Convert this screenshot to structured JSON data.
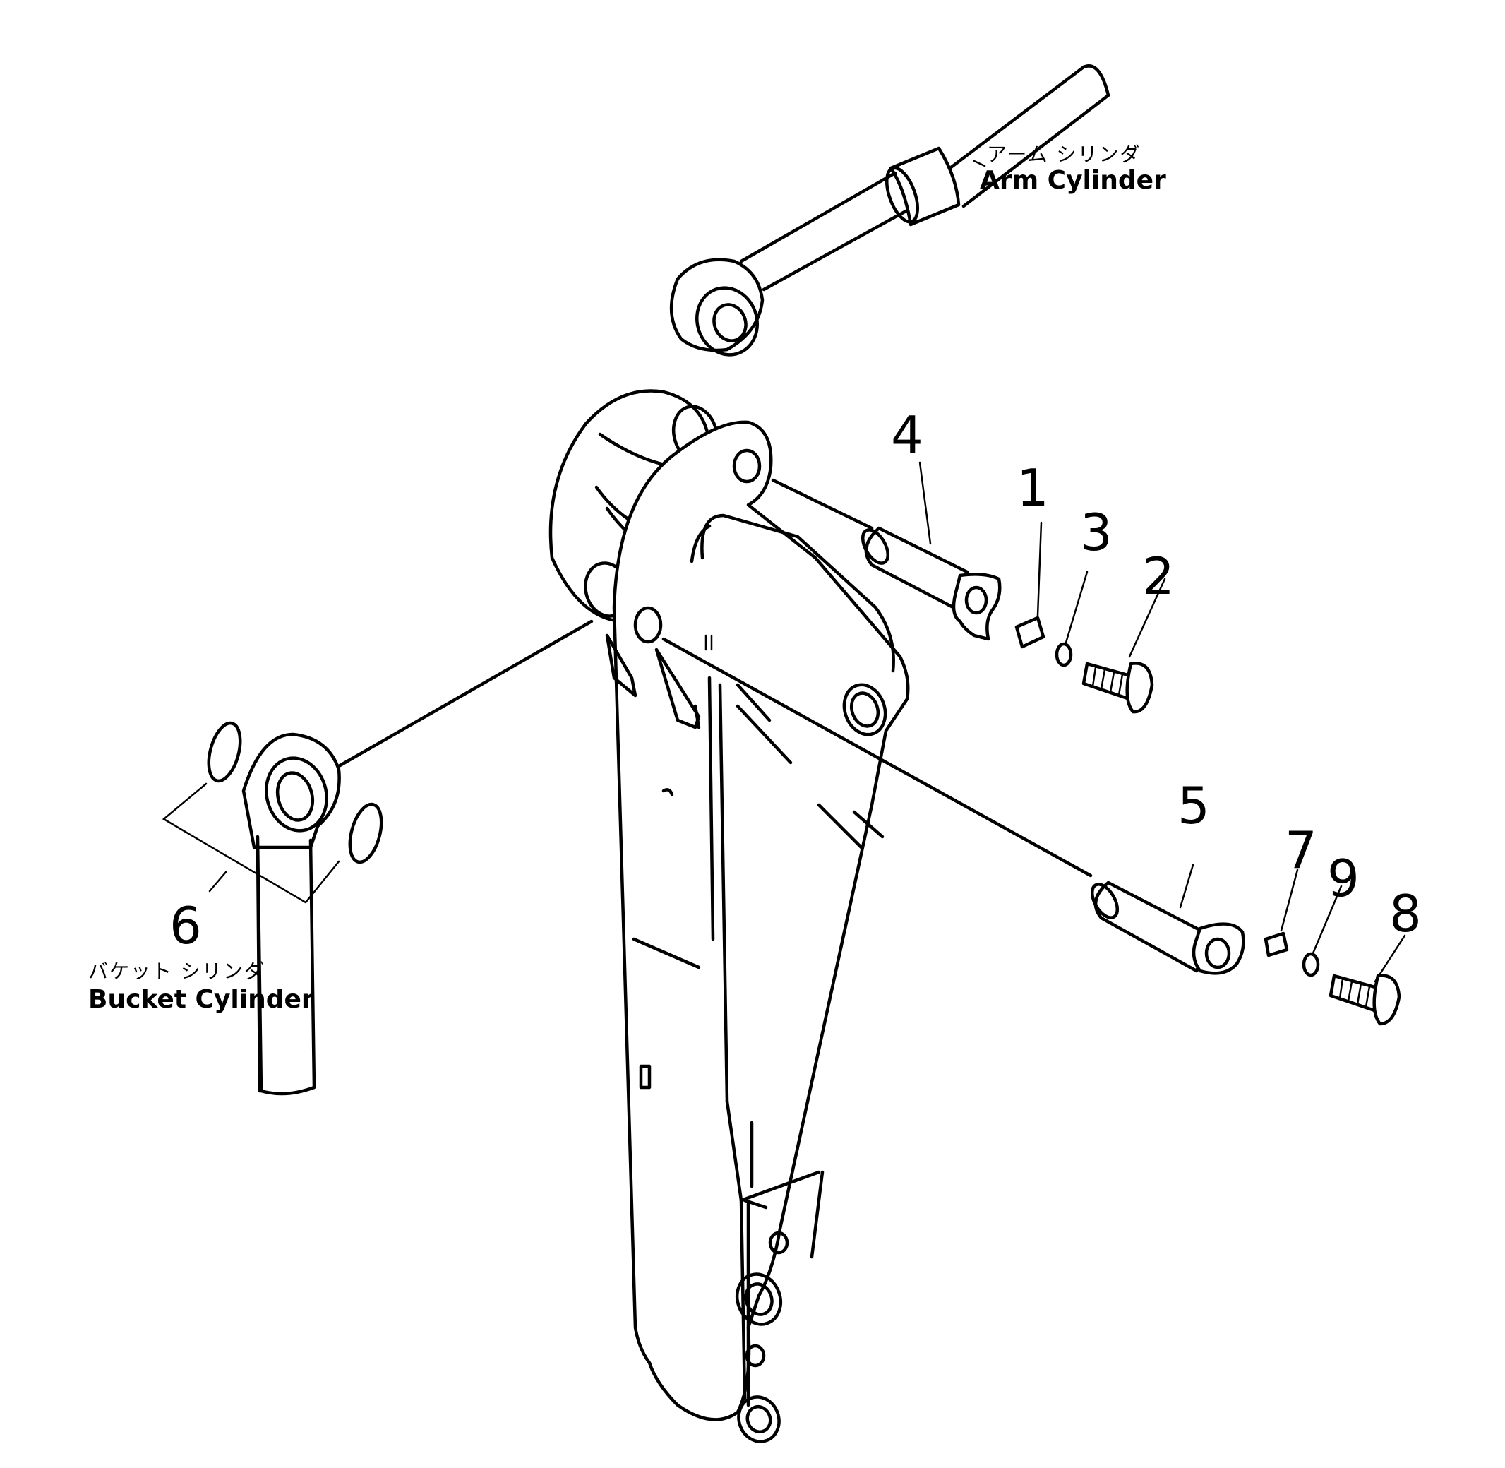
{
  "labels": {
    "arm_cylinder": {
      "jp": "アーム シリンダ",
      "en": "Arm Cylinder"
    },
    "bucket_cylinder": {
      "jp": "バケット シリンダ",
      "en": "Bucket Cylinder"
    }
  },
  "callouts": {
    "p1": "1",
    "p2": "2",
    "p3": "3",
    "p4": "4",
    "p5": "5",
    "p6": "6",
    "p7": "7",
    "p8": "8",
    "p9": "9"
  }
}
